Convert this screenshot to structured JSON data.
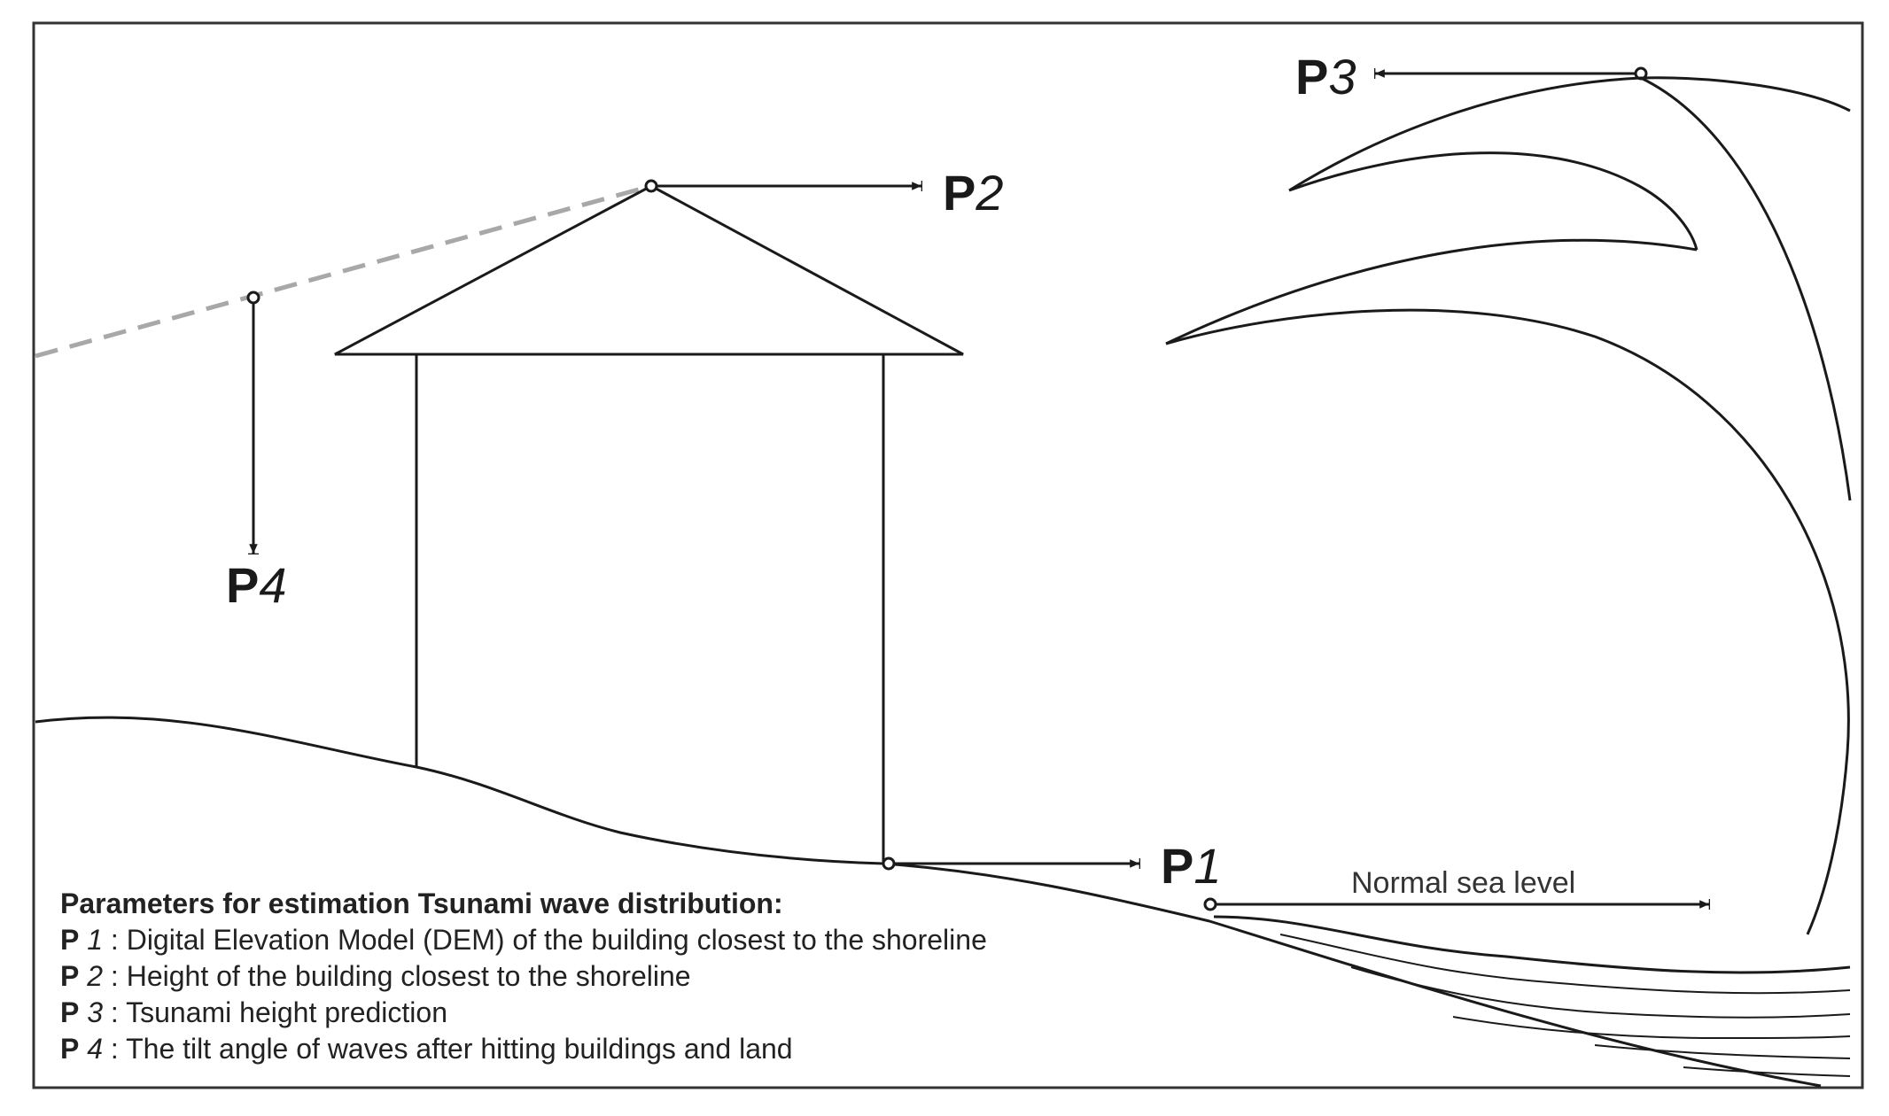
{
  "labels": {
    "p1": {
      "letter": "P",
      "number": "1"
    },
    "p2": {
      "letter": "P",
      "number": "2"
    },
    "p3": {
      "letter": "P",
      "number": "3"
    },
    "p4": {
      "letter": "P",
      "number": "4"
    },
    "sea_level": "Normal sea level"
  },
  "legend": {
    "title": "Parameters for estimation  Tsunami wave distribution:",
    "items": [
      {
        "key": "P",
        "number": "1",
        "text": ": Digital Elevation Model (DEM) of the building closest to the shoreline"
      },
      {
        "key": "P",
        "number": "2",
        "text": ": Height of the building closest to the shoreline"
      },
      {
        "key": "P",
        "number": "3",
        "text": ": Tsunami height prediction"
      },
      {
        "key": "P",
        "number": "4",
        "text": ": The tilt angle of waves after hitting buildings and land"
      }
    ]
  },
  "colors": {
    "line": "#1a1a1a",
    "dashed": "#a8a8a8",
    "frame": "#333333"
  }
}
